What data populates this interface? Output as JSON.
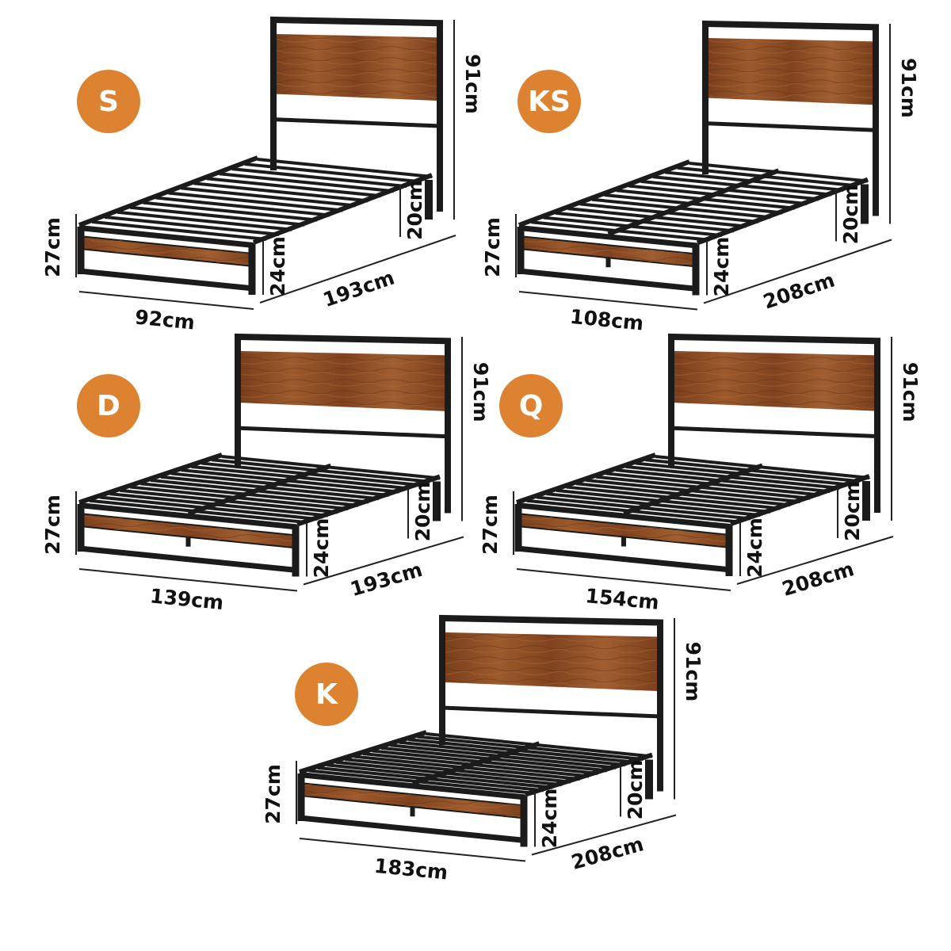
{
  "colors": {
    "badge": "#DC8230",
    "frame": "#1b1b1b",
    "wood": "#8a4a22"
  },
  "beds": [
    {
      "size": "S",
      "width": "92cm",
      "length": "193cm",
      "headboard_height": "91cm",
      "side_height": "27cm",
      "foot_height": "24cm",
      "under_bed_clearance": "20cm",
      "center_support": false
    },
    {
      "size": "KS",
      "width": "108cm",
      "length": "208cm",
      "headboard_height": "91cm",
      "side_height": "27cm",
      "foot_height": "24cm",
      "under_bed_clearance": "20cm",
      "center_support": true
    },
    {
      "size": "D",
      "width": "139cm",
      "length": "193cm",
      "headboard_height": "91cm",
      "side_height": "27cm",
      "foot_height": "24cm",
      "under_bed_clearance": "20cm",
      "center_support": true
    },
    {
      "size": "Q",
      "width": "154cm",
      "length": "208cm",
      "headboard_height": "91cm",
      "side_height": "27cm",
      "foot_height": "24cm",
      "under_bed_clearance": "20cm",
      "center_support": true
    },
    {
      "size": "K",
      "width": "183cm",
      "length": "208cm",
      "headboard_height": "91cm",
      "side_height": "27cm",
      "foot_height": "24cm",
      "under_bed_clearance": "20cm",
      "center_support": true
    }
  ]
}
